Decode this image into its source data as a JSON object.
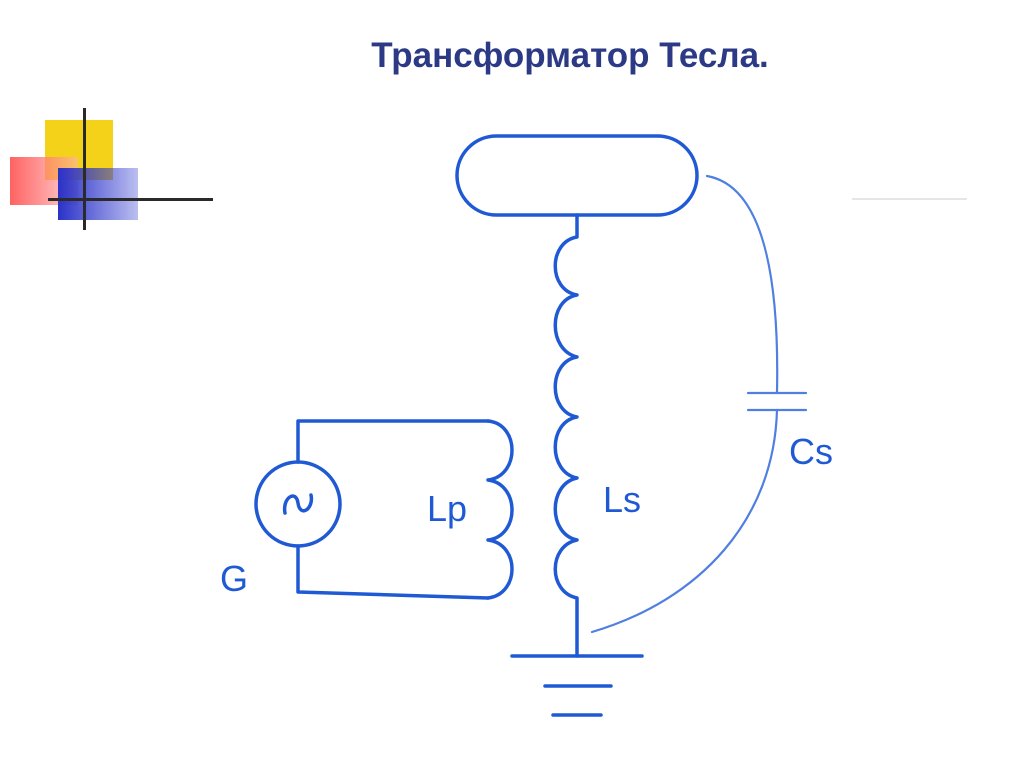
{
  "slide": {
    "title": "Трансформатор Тесла."
  },
  "diagram": {
    "labels": {
      "generator": "G",
      "primary_coil": "Lp",
      "secondary_coil": "Ls",
      "capacitance": "Cs"
    },
    "colors": {
      "wire": "#1f5ad4",
      "thin_wire": "#4f7fe0",
      "title": "#2c3a86"
    }
  }
}
